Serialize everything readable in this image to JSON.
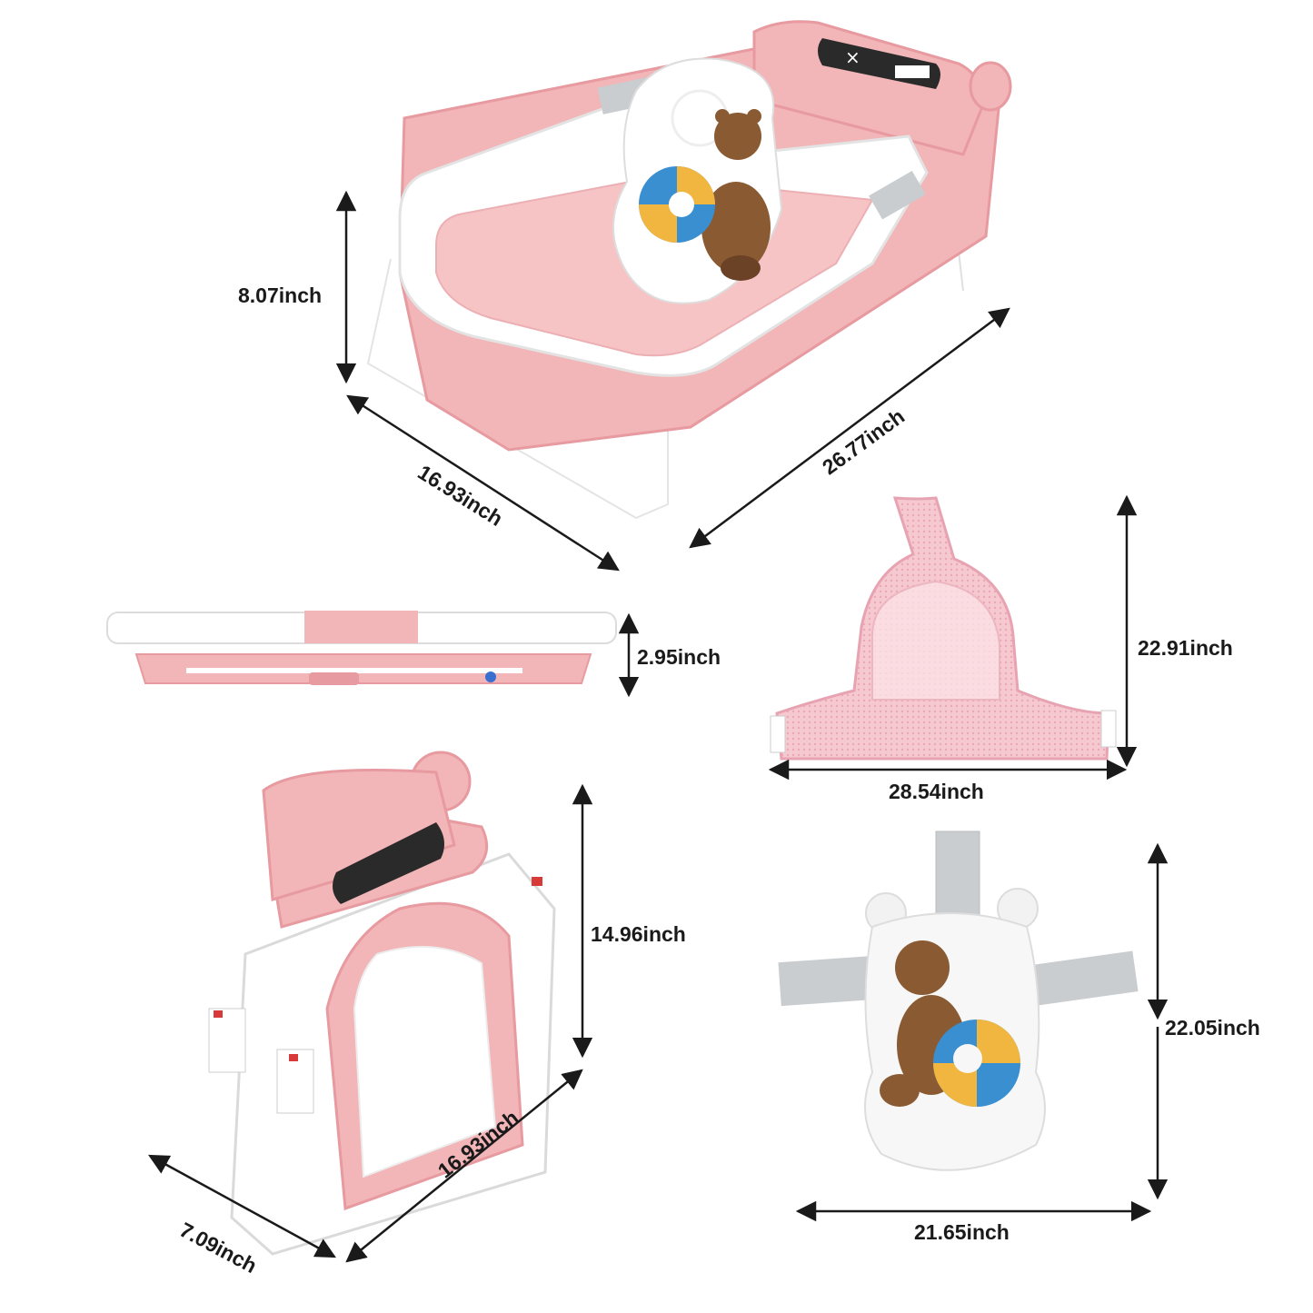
{
  "measurements": {
    "tub_height": "8.07inch",
    "tub_width": "16.93inch",
    "tub_length": "26.77inch",
    "folded_thickness": "2.95inch",
    "net_height": "22.91inch",
    "net_width": "28.54inch",
    "stand_height": "14.96inch",
    "stand_depth": "7.09inch",
    "stand_width": "16.93inch",
    "cushion_height": "22.05inch",
    "cushion_width": "21.65inch"
  },
  "colors": {
    "pink": "#f2b5b8",
    "pink_dark": "#e79a9f",
    "white": "#ffffff",
    "grey_strap": "#c9cdd0",
    "bear_brown": "#8a5a32",
    "ring_blue": "#3a8fd0",
    "ring_yellow": "#f0b640"
  },
  "icons": [
    "thermometer-display-icon",
    "bear-ear-icon",
    "bear-character-icon",
    "swim-ring-icon",
    "mesh-net-icon"
  ]
}
